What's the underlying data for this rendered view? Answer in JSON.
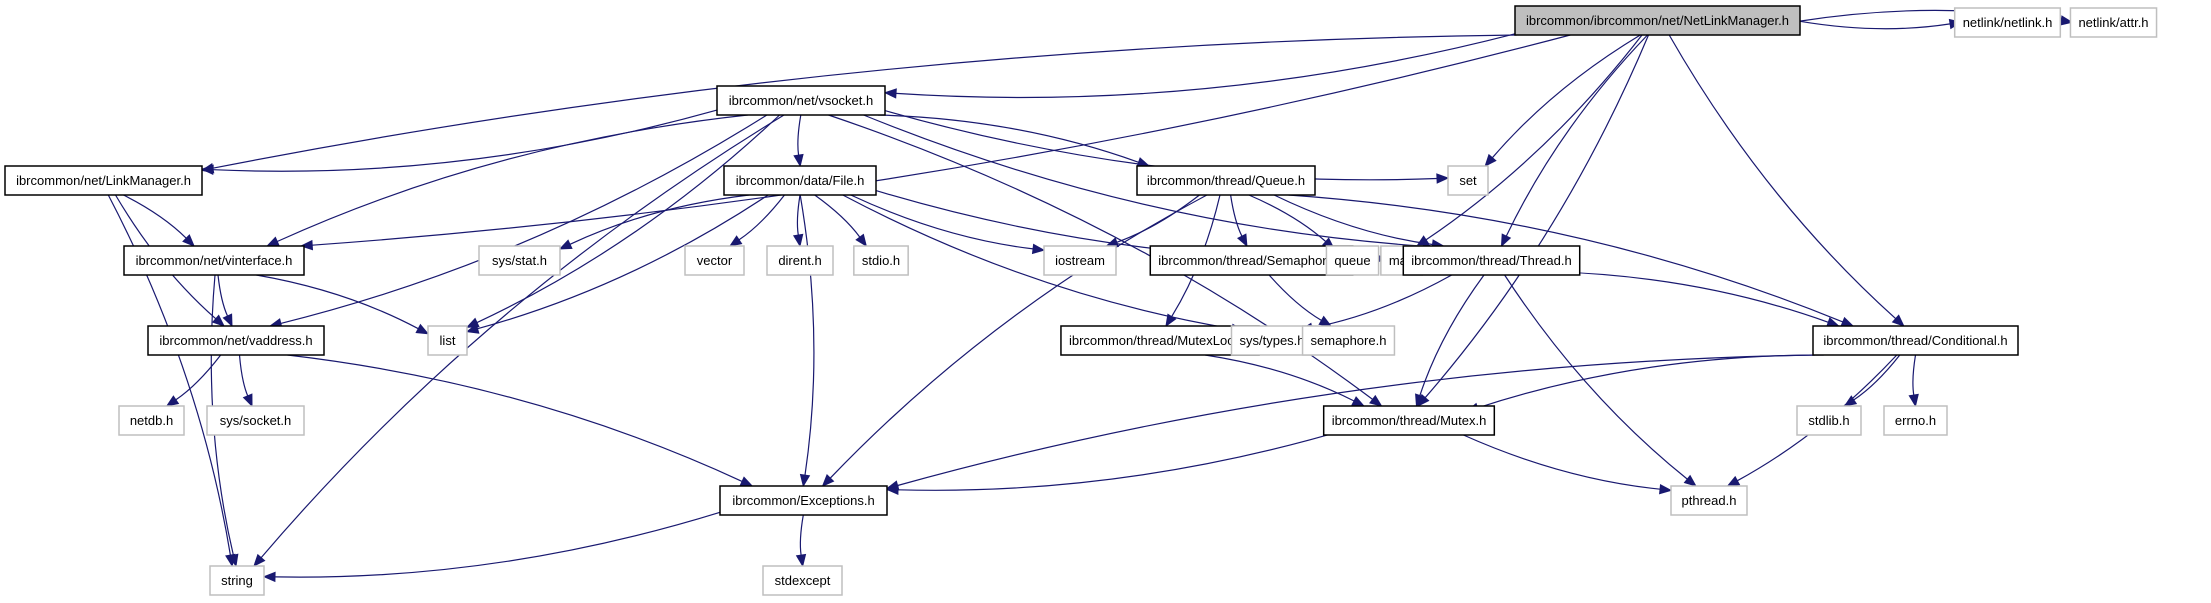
{
  "diagram": {
    "title": "Include dependency graph for ibrcommon/ibrcommon/net/NetLinkManager.h",
    "colors": {
      "edge": "#191970",
      "root_fill": "#bfbfbf",
      "local_border": "#000000",
      "system_border": "#bfbfbf"
    },
    "nodes": [
      {
        "id": "root",
        "label": "ibrcommon/ibrcommon/net/NetLinkManager.h",
        "kind": "root"
      },
      {
        "id": "vsocket",
        "label": "ibrcommon/net/vsocket.h",
        "kind": "local"
      },
      {
        "id": "netlink",
        "label": "netlink/netlink.h",
        "kind": "sys"
      },
      {
        "id": "attr",
        "label": "netlink/attr.h",
        "kind": "sys"
      },
      {
        "id": "linkmgr",
        "label": "ibrcommon/net/LinkManager.h",
        "kind": "local"
      },
      {
        "id": "file",
        "label": "ibrcommon/data/File.h",
        "kind": "local"
      },
      {
        "id": "queue_h",
        "label": "ibrcommon/thread/Queue.h",
        "kind": "local"
      },
      {
        "id": "set",
        "label": "set",
        "kind": "sys"
      },
      {
        "id": "vinterface",
        "label": "ibrcommon/net/vinterface.h",
        "kind": "local"
      },
      {
        "id": "sysstat",
        "label": "sys/stat.h",
        "kind": "sys"
      },
      {
        "id": "vector",
        "label": "vector",
        "kind": "sys"
      },
      {
        "id": "dirent",
        "label": "dirent.h",
        "kind": "sys"
      },
      {
        "id": "stdio",
        "label": "stdio.h",
        "kind": "sys"
      },
      {
        "id": "iostream",
        "label": "iostream",
        "kind": "sys"
      },
      {
        "id": "semaphore_h",
        "label": "ibrcommon/thread/Semaphore.h",
        "kind": "local"
      },
      {
        "id": "queue",
        "label": "queue",
        "kind": "sys"
      },
      {
        "id": "map",
        "label": "map",
        "kind": "sys"
      },
      {
        "id": "thread",
        "label": "ibrcommon/thread/Thread.h",
        "kind": "local"
      },
      {
        "id": "vaddress",
        "label": "ibrcommon/net/vaddress.h",
        "kind": "local"
      },
      {
        "id": "list",
        "label": "list",
        "kind": "sys"
      },
      {
        "id": "mutexlock",
        "label": "ibrcommon/thread/MutexLock.h",
        "kind": "local"
      },
      {
        "id": "systypes",
        "label": "sys/types.h",
        "kind": "sys"
      },
      {
        "id": "semaphore",
        "label": "semaphore.h",
        "kind": "sys"
      },
      {
        "id": "conditional",
        "label": "ibrcommon/thread/Conditional.h",
        "kind": "local"
      },
      {
        "id": "netdb",
        "label": "netdb.h",
        "kind": "sys"
      },
      {
        "id": "syssocket",
        "label": "sys/socket.h",
        "kind": "sys"
      },
      {
        "id": "mutex",
        "label": "ibrcommon/thread/Mutex.h",
        "kind": "local"
      },
      {
        "id": "stdlib",
        "label": "stdlib.h",
        "kind": "sys"
      },
      {
        "id": "errno",
        "label": "errno.h",
        "kind": "sys"
      },
      {
        "id": "exceptions",
        "label": "ibrcommon/Exceptions.h",
        "kind": "local"
      },
      {
        "id": "pthread",
        "label": "pthread.h",
        "kind": "sys"
      },
      {
        "id": "string",
        "label": "string",
        "kind": "sys"
      },
      {
        "id": "stdexcept",
        "label": "stdexcept",
        "kind": "sys"
      }
    ],
    "edges": [
      [
        "root",
        "vsocket"
      ],
      [
        "root",
        "linkmgr"
      ],
      [
        "root",
        "vinterface"
      ],
      [
        "root",
        "netlink"
      ],
      [
        "root",
        "attr"
      ],
      [
        "root",
        "set"
      ],
      [
        "root",
        "map"
      ],
      [
        "root",
        "thread"
      ],
      [
        "root",
        "mutex"
      ],
      [
        "root",
        "conditional"
      ],
      [
        "vsocket",
        "linkmgr"
      ],
      [
        "vsocket",
        "vinterface"
      ],
      [
        "vsocket",
        "vaddress"
      ],
      [
        "vsocket",
        "file"
      ],
      [
        "vsocket",
        "queue_h"
      ],
      [
        "vsocket",
        "set"
      ],
      [
        "vsocket",
        "list"
      ],
      [
        "vsocket",
        "string"
      ],
      [
        "vsocket",
        "mutex"
      ],
      [
        "vsocket",
        "thread"
      ],
      [
        "linkmgr",
        "vinterface"
      ],
      [
        "linkmgr",
        "vaddress"
      ],
      [
        "linkmgr",
        "string"
      ],
      [
        "vinterface",
        "vaddress"
      ],
      [
        "vinterface",
        "list"
      ],
      [
        "vinterface",
        "string"
      ],
      [
        "vaddress",
        "netdb"
      ],
      [
        "vaddress",
        "syssocket"
      ],
      [
        "vaddress",
        "exceptions"
      ],
      [
        "file",
        "sysstat"
      ],
      [
        "file",
        "vector"
      ],
      [
        "file",
        "dirent"
      ],
      [
        "file",
        "stdio"
      ],
      [
        "file",
        "iostream"
      ],
      [
        "file",
        "list"
      ],
      [
        "file",
        "systypes"
      ],
      [
        "file",
        "exceptions"
      ],
      [
        "file",
        "map"
      ],
      [
        "queue_h",
        "iostream"
      ],
      [
        "queue_h",
        "semaphore_h"
      ],
      [
        "queue_h",
        "queue"
      ],
      [
        "queue_h",
        "thread"
      ],
      [
        "queue_h",
        "mutexlock"
      ],
      [
        "queue_h",
        "exceptions"
      ],
      [
        "queue_h",
        "conditional"
      ],
      [
        "semaphore_h",
        "semaphore"
      ],
      [
        "thread",
        "systypes"
      ],
      [
        "thread",
        "mutex"
      ],
      [
        "thread",
        "conditional"
      ],
      [
        "thread",
        "pthread"
      ],
      [
        "mutexlock",
        "mutex"
      ],
      [
        "conditional",
        "mutex"
      ],
      [
        "conditional",
        "stdlib"
      ],
      [
        "conditional",
        "errno"
      ],
      [
        "conditional",
        "pthread"
      ],
      [
        "conditional",
        "exceptions"
      ],
      [
        "mutex",
        "exceptions"
      ],
      [
        "mutex",
        "pthread"
      ],
      [
        "exceptions",
        "string"
      ],
      [
        "exceptions",
        "stdexcept"
      ]
    ]
  }
}
